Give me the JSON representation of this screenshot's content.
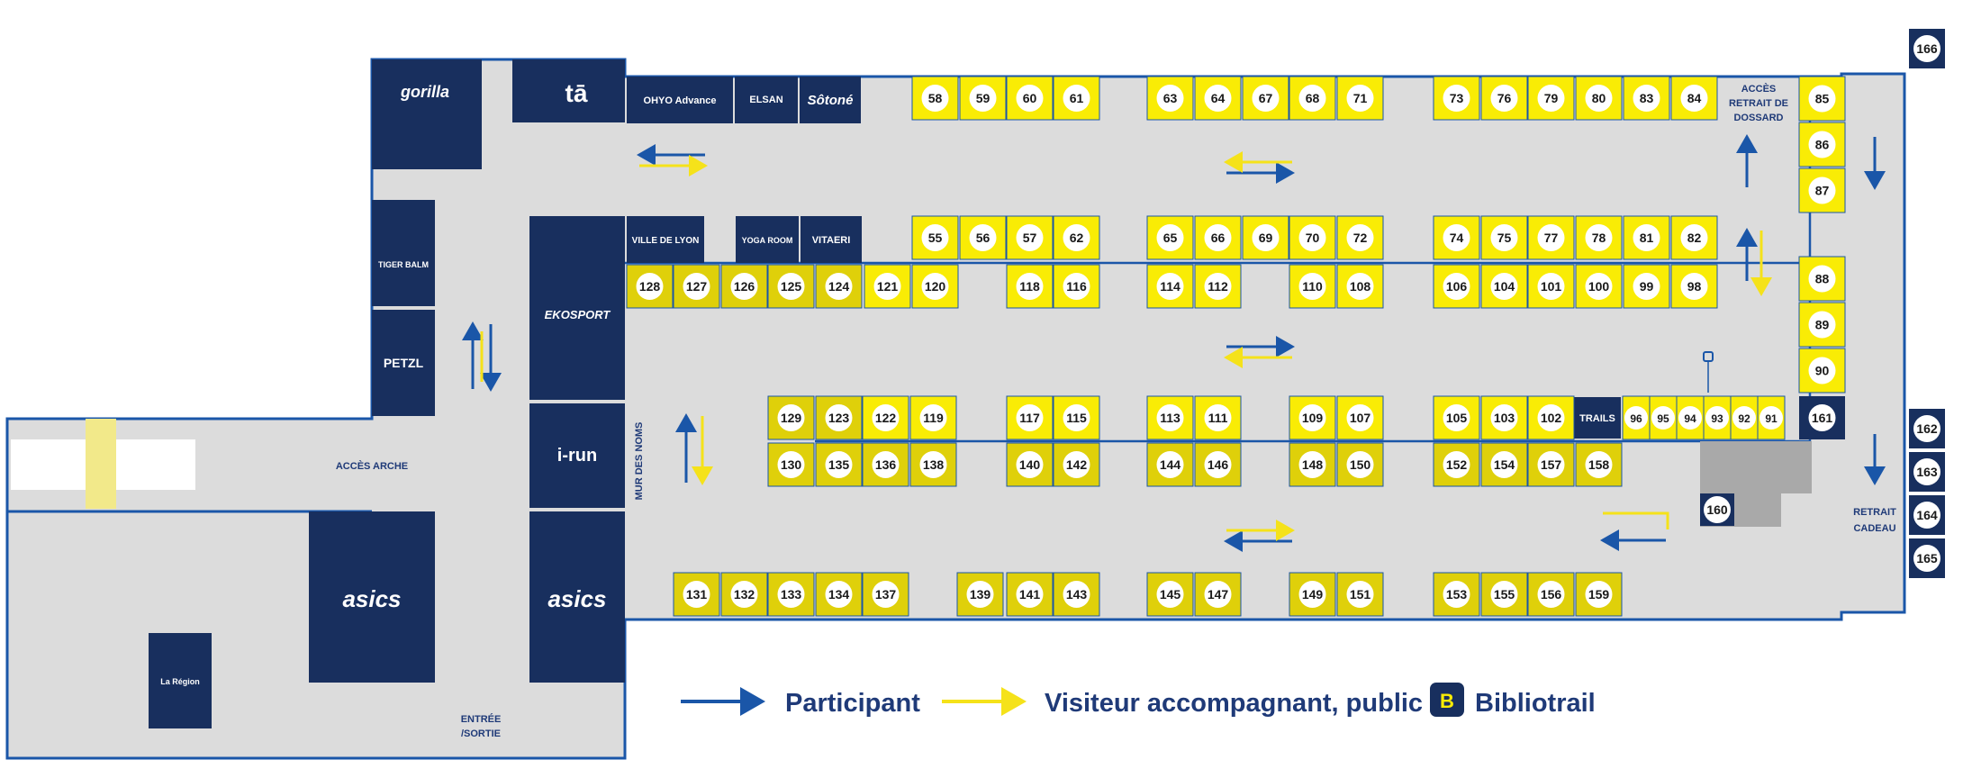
{
  "colors": {
    "floor": "#dcdcdc",
    "wall": "#1a56a8",
    "navy": "#182f5e",
    "yellow": "#f9ec05",
    "yellow_dark": "#dfd00a",
    "participant_arrow": "#1a56a8",
    "visitor_arrow": "#f5e21a",
    "text_blue": "#1f3a78"
  },
  "labels": {
    "acces_arche": "ACCÈS ARCHE",
    "mur_des_noms": "MUR DES NOMS",
    "entree_line1": "ENTRÉE",
    "entree_line2": "/SORTIE",
    "acces_retrait_line1": "ACCÈS",
    "acces_retrait_line2": "RETRAIT DE",
    "acces_retrait_line3": "DOSSARD",
    "retrait_cadeau_line1": "RETRAIT",
    "retrait_cadeau_line2": "CADEAU"
  },
  "brands": {
    "gorilla": "gorilla",
    "ta": "tā",
    "ohyo": "OHYO Advance",
    "elsan": "ELSAN",
    "sotone": "Sôtoné",
    "tiger_balm": "TIGER BALM",
    "petzl": "PETZL",
    "ville_lyon": "VILLE DE LYON",
    "yoga_room": "YOGA ROOM",
    "vitaeri": "VITAERI",
    "ekoi": "EKOSPORT",
    "irun": "i-run",
    "asics": "asics",
    "la_region": "La Région",
    "traxxer": "TRAILS"
  },
  "legend": {
    "participant": "Participant",
    "visitor": "Visiteur accompagnant, public",
    "bibliotrail_icon": "B",
    "bibliotrail": "Bibliotrail"
  },
  "booths": [
    {
      "n": "58",
      "c": "y"
    },
    {
      "n": "59",
      "c": "y"
    },
    {
      "n": "60",
      "c": "y"
    },
    {
      "n": "61",
      "c": "y"
    },
    {
      "n": "63",
      "c": "y"
    },
    {
      "n": "64",
      "c": "y"
    },
    {
      "n": "67",
      "c": "y"
    },
    {
      "n": "68",
      "c": "y"
    },
    {
      "n": "71",
      "c": "y"
    },
    {
      "n": "73",
      "c": "y"
    },
    {
      "n": "76",
      "c": "y"
    },
    {
      "n": "79",
      "c": "y"
    },
    {
      "n": "80",
      "c": "y"
    },
    {
      "n": "83",
      "c": "y"
    },
    {
      "n": "84",
      "c": "y"
    },
    {
      "n": "85",
      "c": "y"
    },
    {
      "n": "86",
      "c": "y"
    },
    {
      "n": "87",
      "c": "y"
    },
    {
      "n": "55",
      "c": "y"
    },
    {
      "n": "56",
      "c": "y"
    },
    {
      "n": "57",
      "c": "y"
    },
    {
      "n": "62",
      "c": "y"
    },
    {
      "n": "65",
      "c": "y"
    },
    {
      "n": "66",
      "c": "y"
    },
    {
      "n": "69",
      "c": "y"
    },
    {
      "n": "70",
      "c": "y"
    },
    {
      "n": "72",
      "c": "y"
    },
    {
      "n": "74",
      "c": "y"
    },
    {
      "n": "75",
      "c": "y"
    },
    {
      "n": "77",
      "c": "y"
    },
    {
      "n": "78",
      "c": "y"
    },
    {
      "n": "81",
      "c": "y"
    },
    {
      "n": "82",
      "c": "y"
    },
    {
      "n": "128",
      "c": "d"
    },
    {
      "n": "127",
      "c": "d"
    },
    {
      "n": "126",
      "c": "d"
    },
    {
      "n": "125",
      "c": "d"
    },
    {
      "n": "124",
      "c": "d"
    },
    {
      "n": "121",
      "c": "y"
    },
    {
      "n": "120",
      "c": "y"
    },
    {
      "n": "118",
      "c": "y"
    },
    {
      "n": "116",
      "c": "y"
    },
    {
      "n": "114",
      "c": "y"
    },
    {
      "n": "112",
      "c": "y"
    },
    {
      "n": "110",
      "c": "y"
    },
    {
      "n": "108",
      "c": "y"
    },
    {
      "n": "106",
      "c": "y"
    },
    {
      "n": "104",
      "c": "y"
    },
    {
      "n": "101",
      "c": "y"
    },
    {
      "n": "100",
      "c": "y"
    },
    {
      "n": "99",
      "c": "y"
    },
    {
      "n": "98",
      "c": "y"
    },
    {
      "n": "88",
      "c": "y"
    },
    {
      "n": "89",
      "c": "y"
    },
    {
      "n": "90",
      "c": "y"
    },
    {
      "n": "129",
      "c": "d"
    },
    {
      "n": "123",
      "c": "d"
    },
    {
      "n": "122",
      "c": "y"
    },
    {
      "n": "119",
      "c": "y"
    },
    {
      "n": "117",
      "c": "y"
    },
    {
      "n": "115",
      "c": "y"
    },
    {
      "n": "113",
      "c": "y"
    },
    {
      "n": "111",
      "c": "y"
    },
    {
      "n": "109",
      "c": "y"
    },
    {
      "n": "107",
      "c": "y"
    },
    {
      "n": "105",
      "c": "y"
    },
    {
      "n": "103",
      "c": "y"
    },
    {
      "n": "102",
      "c": "y"
    },
    {
      "n": "96",
      "c": "y"
    },
    {
      "n": "95",
      "c": "y"
    },
    {
      "n": "94",
      "c": "y"
    },
    {
      "n": "93",
      "c": "y"
    },
    {
      "n": "92",
      "c": "y"
    },
    {
      "n": "91",
      "c": "y"
    },
    {
      "n": "161",
      "c": "n"
    },
    {
      "n": "130",
      "c": "d"
    },
    {
      "n": "135",
      "c": "d"
    },
    {
      "n": "136",
      "c": "d"
    },
    {
      "n": "138",
      "c": "d"
    },
    {
      "n": "140",
      "c": "d"
    },
    {
      "n": "142",
      "c": "d"
    },
    {
      "n": "144",
      "c": "d"
    },
    {
      "n": "146",
      "c": "d"
    },
    {
      "n": "148",
      "c": "d"
    },
    {
      "n": "150",
      "c": "d"
    },
    {
      "n": "152",
      "c": "d"
    },
    {
      "n": "154",
      "c": "d"
    },
    {
      "n": "157",
      "c": "d"
    },
    {
      "n": "158",
      "c": "d"
    },
    {
      "n": "160",
      "c": "n"
    },
    {
      "n": "131",
      "c": "d"
    },
    {
      "n": "132",
      "c": "d"
    },
    {
      "n": "133",
      "c": "d"
    },
    {
      "n": "134",
      "c": "d"
    },
    {
      "n": "137",
      "c": "d"
    },
    {
      "n": "139",
      "c": "d"
    },
    {
      "n": "141",
      "c": "d"
    },
    {
      "n": "143",
      "c": "d"
    },
    {
      "n": "145",
      "c": "d"
    },
    {
      "n": "147",
      "c": "d"
    },
    {
      "n": "149",
      "c": "d"
    },
    {
      "n": "151",
      "c": "d"
    },
    {
      "n": "153",
      "c": "d"
    },
    {
      "n": "155",
      "c": "d"
    },
    {
      "n": "156",
      "c": "d"
    },
    {
      "n": "159",
      "c": "d"
    },
    {
      "n": "162",
      "c": "n"
    },
    {
      "n": "163",
      "c": "n"
    },
    {
      "n": "164",
      "c": "n"
    },
    {
      "n": "165",
      "c": "n"
    },
    {
      "n": "166",
      "c": "n"
    }
  ]
}
